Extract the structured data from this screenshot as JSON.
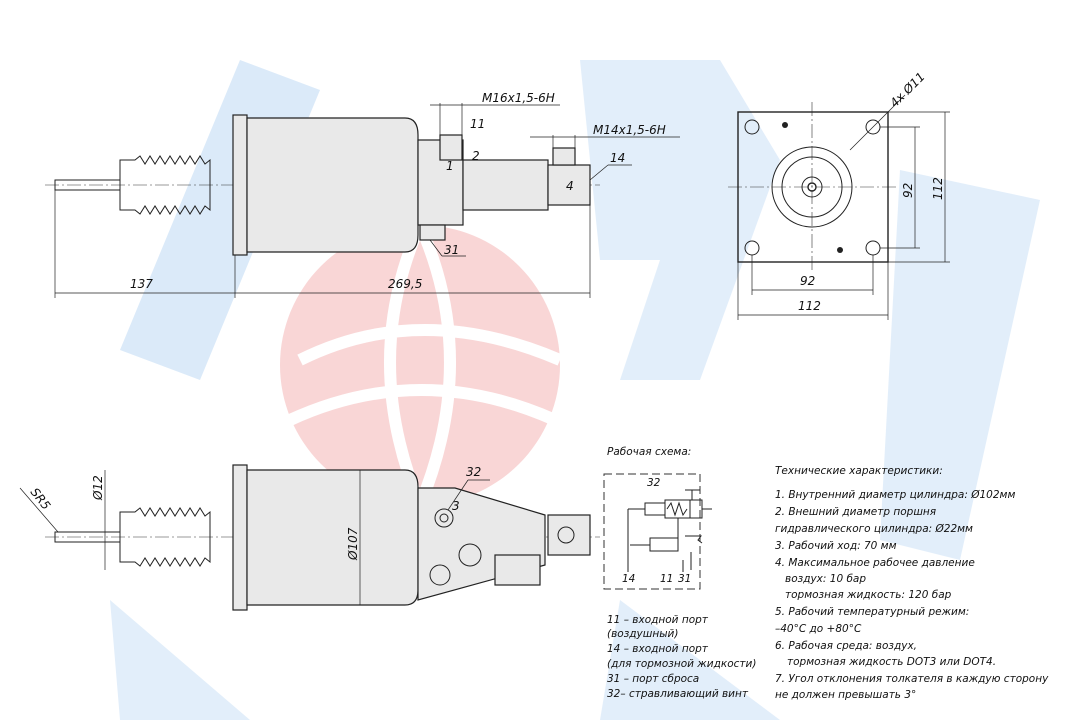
{
  "watermark": {
    "letters": "SPRL",
    "colors": {
      "blue": "#cfe3f7",
      "red": "#f7c9c9"
    }
  },
  "top_view": {
    "thread_air": "M16x1,5-6H",
    "thread_fluid": "M14x1,5-6H",
    "callouts": [
      "11",
      "1",
      "2",
      "14",
      "4",
      "31"
    ],
    "dim_rod": "137",
    "dim_total": "269,5"
  },
  "side_view": {
    "holes_label": "4x Ø11",
    "dim_h_inner": "92",
    "dim_h_outer": "112",
    "dim_v_inner": "92",
    "dim_v_outer": "112"
  },
  "bottom_view": {
    "sr_label": "SR5",
    "rod_dia": "Ø12",
    "cyl_dia": "Ø107",
    "callouts": [
      "32",
      "3"
    ]
  },
  "scheme": {
    "title": "Рабочая схема:",
    "ports": [
      "32",
      "14",
      "11",
      "31"
    ],
    "legend": [
      "11 – входной порт",
      "(воздушный)",
      "14 – входной порт",
      "(для тормозной жидкости)",
      "31 – порт сброса",
      "32– стравливающий винт"
    ]
  },
  "specs": {
    "title": "Технические характеристики:",
    "lines": [
      "1. Внутренний диаметр цилиндра: Ø102мм",
      "2. Внешний диаметр поршня",
      "гидравлического цилиндра: Ø22мм",
      "3. Рабочий ход: 70 мм",
      "4. Максимальное рабочее давление",
      "   воздух: 10 бар",
      "   тормозная жидкость: 120 бар",
      "5. Рабочий температурный режим:",
      "–40°С до +80°С",
      "6. Рабочая среда: воздух,",
      "   тормозная жидкость DOT3 или DOT4.",
      "7. Угол отклонения толкателя в каждую сторону",
      "не должен превышать 3°"
    ]
  }
}
